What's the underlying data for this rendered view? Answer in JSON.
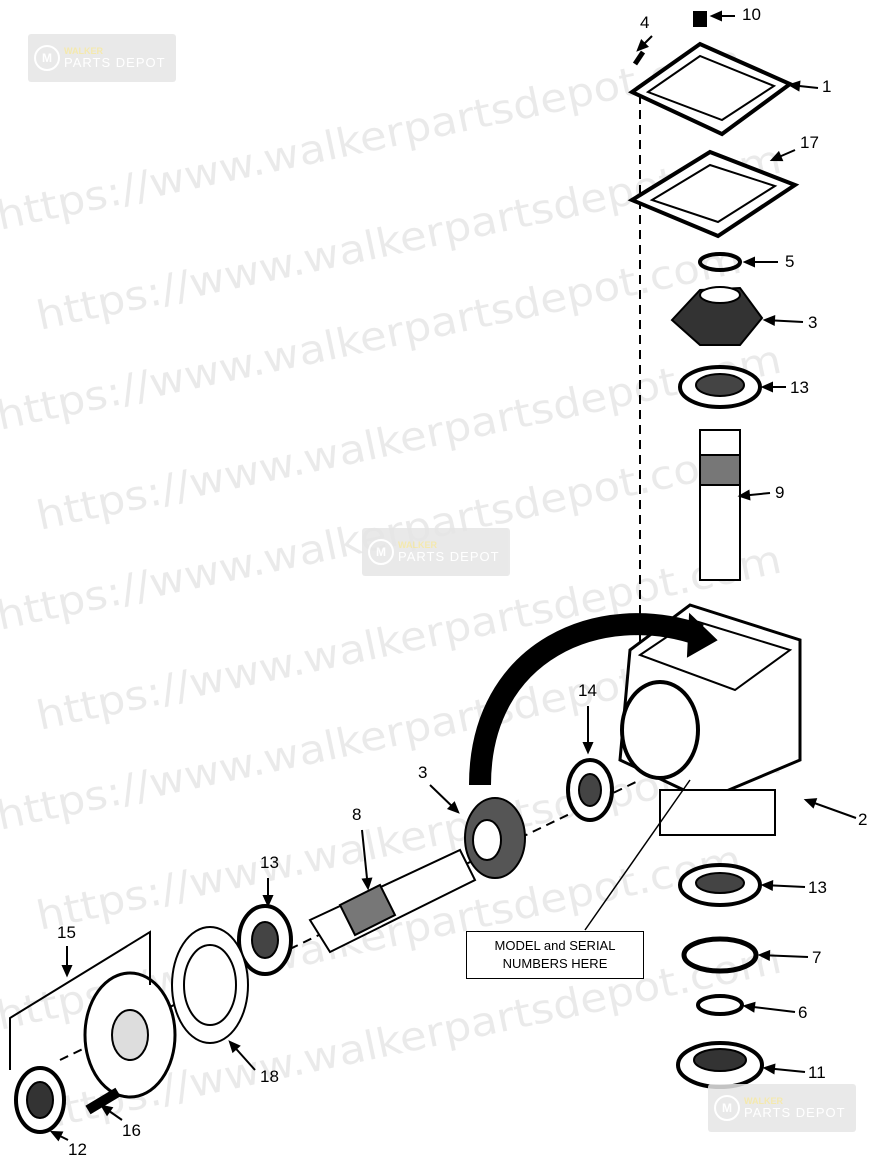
{
  "watermark": {
    "text": "https://www.walkerpartsdepot.com",
    "logo_top": "WALKER",
    "logo_bottom": "PARTS DEPOT"
  },
  "callout": {
    "line1": "MODEL and SERIAL",
    "line2": "NUMBERS HERE"
  },
  "labels": [
    "4",
    "10",
    "1",
    "17",
    "5",
    "3",
    "13",
    "9",
    "14",
    "2",
    "3",
    "8",
    "13",
    "15",
    "13",
    "7",
    "6",
    "11",
    "18",
    "16",
    "12"
  ]
}
